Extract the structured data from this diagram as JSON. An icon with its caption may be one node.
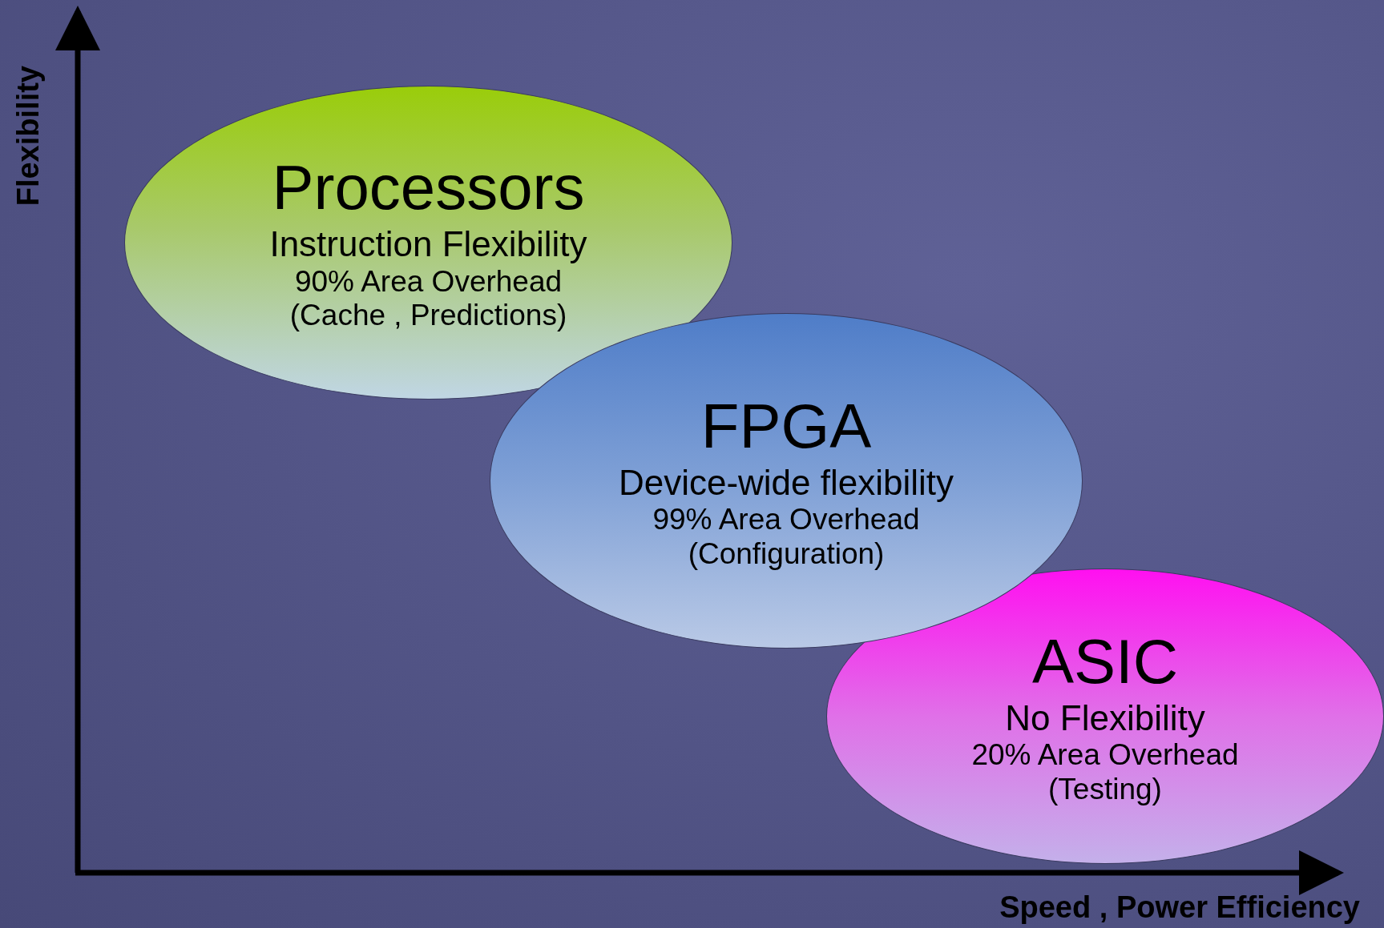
{
  "diagram": {
    "nodes": [
      {
        "text": [
          "Processors",
          "Instruction Flexibility",
          "90% Area Overhead",
          "(Cache , Predictions)"
        ]
      },
      {
        "text": [
          "FPGA",
          "Device-wide flexibility",
          "99% Area Overhead",
          "(Configuration)"
        ]
      },
      {
        "text": [
          "ASIC",
          "No Flexibility",
          "20% Area Overhead",
          "(Testing)"
        ]
      }
    ],
    "labels": [
      "Flexibility",
      "Speed , Power Efficiency"
    ]
  }
}
